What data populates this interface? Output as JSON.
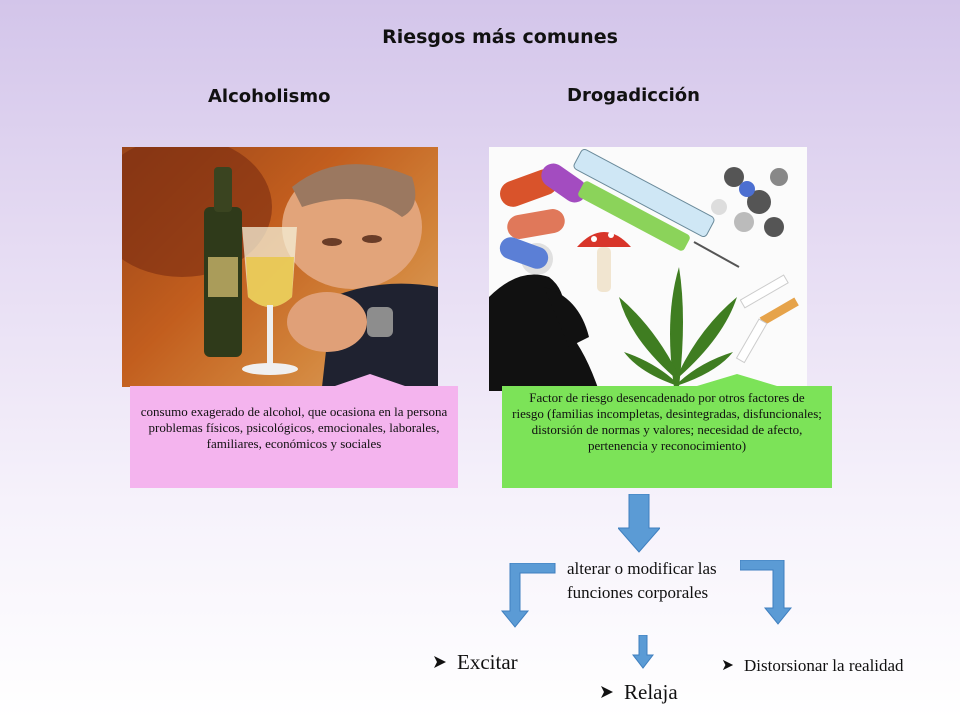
{
  "slide": {
    "title": "Riesgos más comunes",
    "left": {
      "heading": "Alcoholismo",
      "image": "drunk-man-with-wine-glass",
      "description": "consumo exagerado de alcohol, que ocasiona en la persona problemas físicos, psicológicos, emocionales, laborales, familiares, económicos y sociales",
      "callout_color": "#f4b4ee"
    },
    "right": {
      "heading": "Drogadicción",
      "image": "drugs-collage",
      "description": "Factor de riesgo desencadenado por otros factores de riesgo (familias incompletas, desintegradas, disfuncionales; distorsión de normas y valores; necesidad de afecto, pertenencia y reconocimiento)",
      "callout_color": "#7ce358"
    },
    "effect": "alterar o modificar las funciones corporales",
    "outcomes": [
      "Excitar",
      "Relaja",
      "Distorsionar la realidad"
    ],
    "arrow_color": "#5b9bd5",
    "bullet_icon": "arrowhead-bullet-icon"
  }
}
